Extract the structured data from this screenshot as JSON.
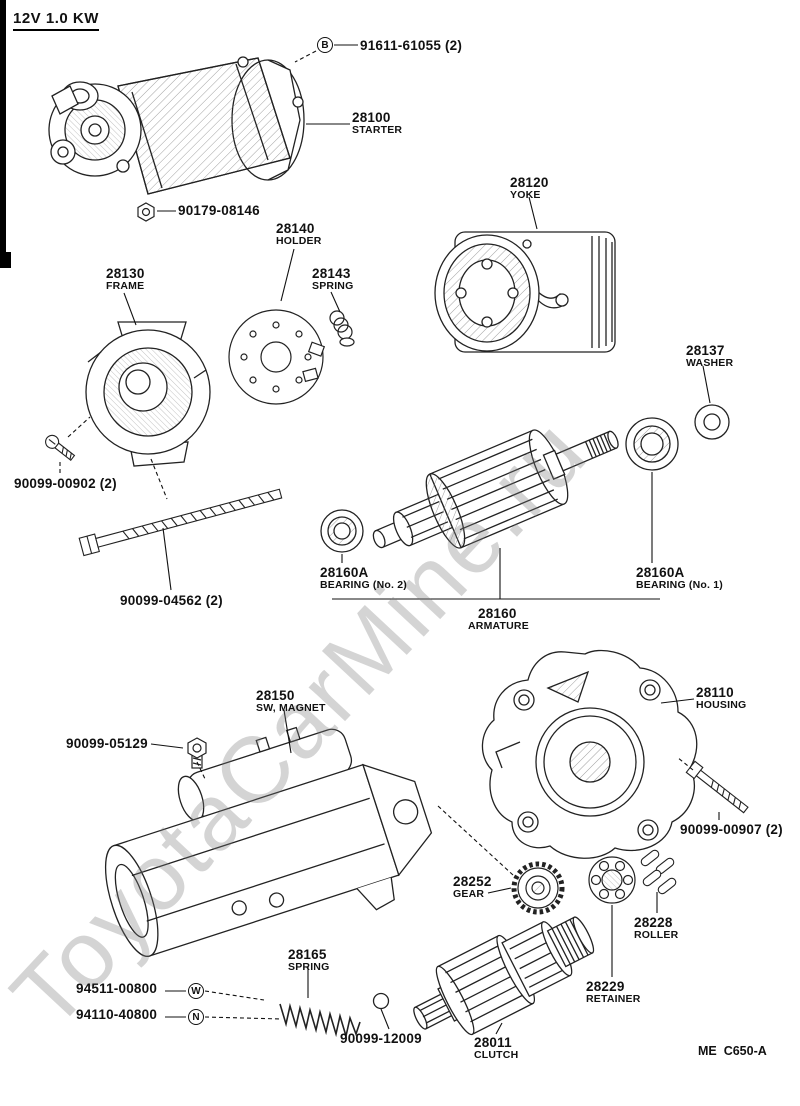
{
  "spec": "12V 1.0 KW",
  "code": "ME  C650-A",
  "watermark": "ToyotaCarMine.ru",
  "colors": {
    "ink": "#1a1a1a",
    "background": "#ffffff",
    "watermark_gray": "#787878"
  },
  "labels": {
    "bolt_91611": {
      "number": "91611-61055 (2)",
      "badge": "B"
    },
    "starter": {
      "number": "28100",
      "name": "STARTER"
    },
    "nut_90179": {
      "number": "90179-08146"
    },
    "yoke": {
      "number": "28120",
      "name": "YOKE"
    },
    "holder": {
      "number": "28140",
      "name": "HOLDER"
    },
    "spring_28143": {
      "number": "28143",
      "name": "SPRING"
    },
    "frame": {
      "number": "28130",
      "name": "FRAME"
    },
    "washer": {
      "number": "28137",
      "name": "WASHER"
    },
    "screw_00902": {
      "number": "90099-00902 (2)"
    },
    "bearing_no2": {
      "number": "28160A",
      "name": "BEARING (No. 2)"
    },
    "bearing_no1": {
      "number": "28160A",
      "name": "BEARING (No. 1)"
    },
    "bolt_04562": {
      "number": "90099-04562 (2)"
    },
    "armature": {
      "number": "28160",
      "name": "ARMATURE"
    },
    "sw_magnet": {
      "number": "28150",
      "name": "SW, MAGNET"
    },
    "housing": {
      "number": "28110",
      "name": "HOUSING"
    },
    "nut_05129": {
      "number": "90099-05129"
    },
    "bolt_00907": {
      "number": "90099-00907 (2)"
    },
    "gear": {
      "number": "28252",
      "name": "GEAR"
    },
    "roller": {
      "number": "28228",
      "name": "ROLLER"
    },
    "spring_28165": {
      "number": "28165",
      "name": "SPRING"
    },
    "nut_94511": {
      "number": "94511-00800",
      "badge": "W"
    },
    "nut_94110": {
      "number": "94110-40800",
      "badge": "N"
    },
    "ball_12009": {
      "number": "90099-12009"
    },
    "retainer": {
      "number": "28229",
      "name": "RETAINER"
    },
    "clutch": {
      "number": "28011",
      "name": "CLUTCH"
    }
  }
}
